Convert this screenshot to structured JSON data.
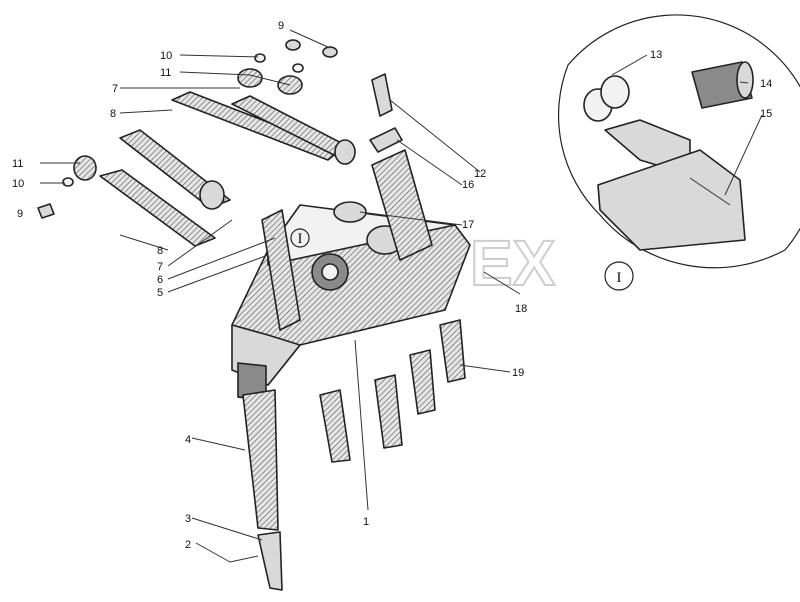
{
  "diagram": {
    "callouts": [
      {
        "id": "c1",
        "text": "1"
      },
      {
        "id": "c2",
        "text": "2"
      },
      {
        "id": "c3",
        "text": "3"
      },
      {
        "id": "c4",
        "text": "4"
      },
      {
        "id": "c5",
        "text": "5"
      },
      {
        "id": "c6",
        "text": "6"
      },
      {
        "id": "c7a",
        "text": "7"
      },
      {
        "id": "c7b",
        "text": "7"
      },
      {
        "id": "c8a",
        "text": "8"
      },
      {
        "id": "c8b",
        "text": "8"
      },
      {
        "id": "c9a",
        "text": "9"
      },
      {
        "id": "c9b",
        "text": "9"
      },
      {
        "id": "c10a",
        "text": "10"
      },
      {
        "id": "c10b",
        "text": "10"
      },
      {
        "id": "c11a",
        "text": "11"
      },
      {
        "id": "c11b",
        "text": "11"
      },
      {
        "id": "c12",
        "text": "12"
      },
      {
        "id": "c13",
        "text": "13"
      },
      {
        "id": "c14",
        "text": "14"
      },
      {
        "id": "c15",
        "text": "15"
      },
      {
        "id": "c16",
        "text": "16"
      },
      {
        "id": "c17",
        "text": "17"
      },
      {
        "id": "c18",
        "text": "18"
      },
      {
        "id": "c19",
        "text": "19"
      }
    ],
    "detail_marker": "I",
    "detail_marker_main": "I",
    "watermark": "EX"
  }
}
